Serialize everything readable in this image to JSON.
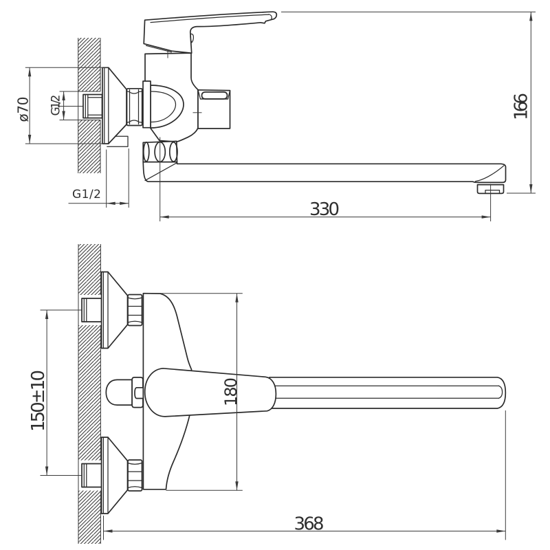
{
  "drawing": {
    "title": "Wall-mounted single-lever faucet installation drawing",
    "background_color": "#ffffff",
    "line_color": "#2b2b2b",
    "views": [
      {
        "id": "side-view",
        "description": "side view with wall section, eccentric connector, body, lever and spout"
      },
      {
        "id": "front-view",
        "description": "front view with two wall connections, body, lever and spout"
      }
    ],
    "labels": {
      "escutcheon_diameter": "ø70",
      "thread_size": "G1/2",
      "wall_offset": "G1/2",
      "spout_reach": "330",
      "outlet_height": "166",
      "hole_centers": "150±10",
      "body_height": "180",
      "total_length": "368"
    }
  }
}
